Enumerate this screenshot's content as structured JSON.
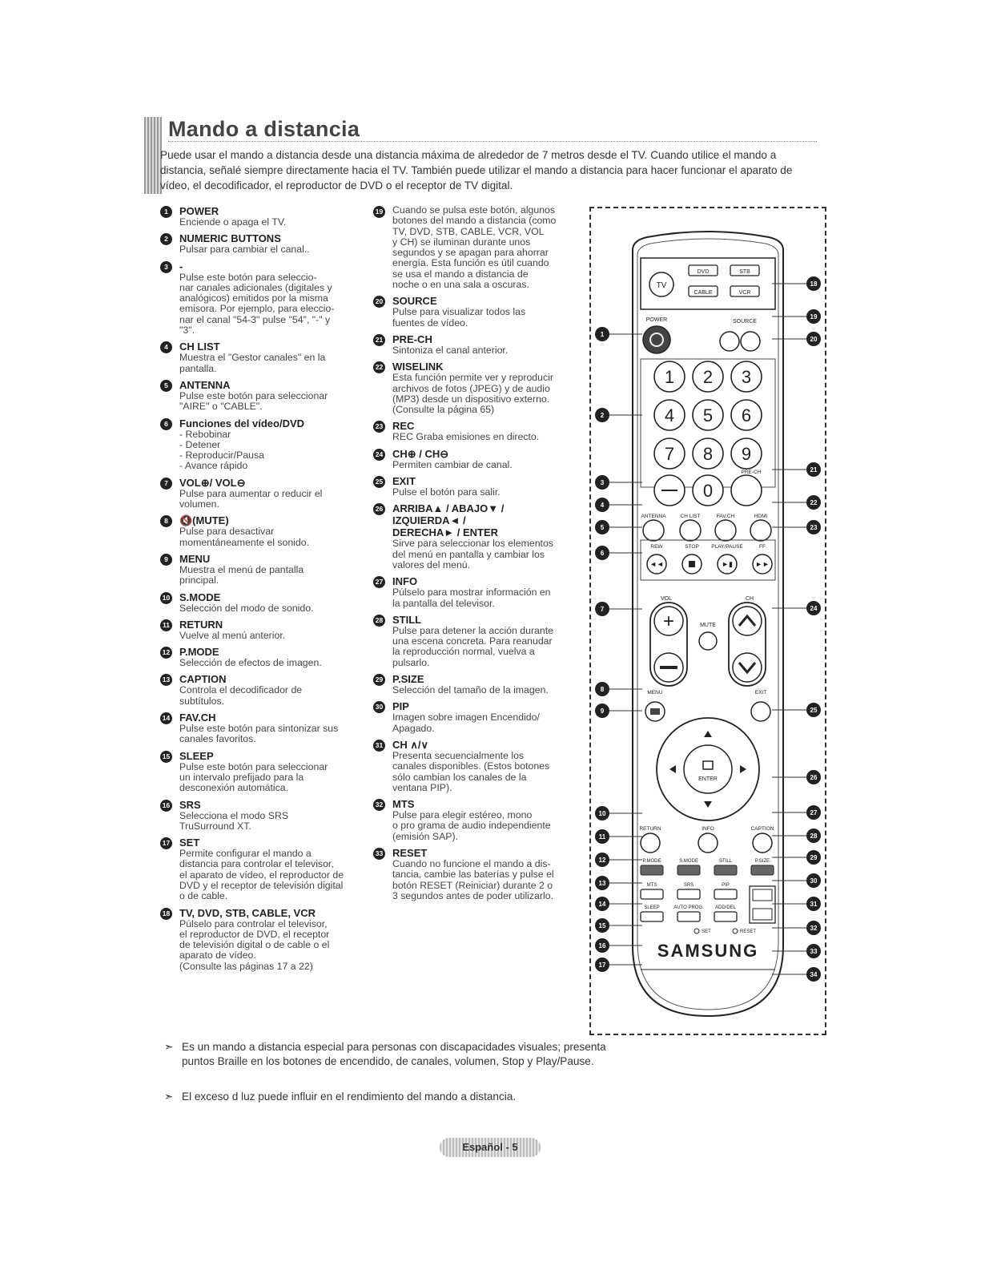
{
  "page": {
    "title": "Mando a distancia",
    "intro": "Puede usar el mando a distancia desde una distancia máxima de alrededor de 7 metros desde el TV. Cuando utilice el mando a distancia, señalé siempre directamente hacia el TV. También puede utilizar el mando a distancia para hacer funcionar el aparato de vídeo, el decodificador, el reproductor de DVD o el receptor de TV digital.",
    "footer": "Español - 5"
  },
  "column1": [
    {
      "num": "1",
      "label": "POWER",
      "desc": "Enciende o apaga el TV."
    },
    {
      "num": "2",
      "label": "NUMERIC BUTTONS",
      "desc": "Pulsar para cambiar el canal.."
    },
    {
      "num": "3",
      "label": "-",
      "desc": "Pulse este botón para seleccio-\nnar canales adicionales (digitales y\nanalógicos) emitidos por la misma\nemisora. Por ejemplo, para eleccio-\nnar el canal \"54-3\" pulse \"54\", \"-\" y\n\"3\"."
    },
    {
      "num": "4",
      "label": "CH LIST",
      "desc": "Muestra el \"Gestor canales\" en la\npantalla."
    },
    {
      "num": "5",
      "label": "ANTENNA",
      "desc": "Pulse este botón para seleccionar\n\"AIRE\" o \"CABLE\"."
    },
    {
      "num": "6",
      "label": "Funciones del vídeo/DVD",
      "desc": "- Rebobinar\n- Detener\n- Reproducir/Pausa\n- Avance rápido"
    },
    {
      "num": "7",
      "label": "VOL⊕/ VOL⊖",
      "desc": "Pulse para aumentar o reducir el\nvolumen."
    },
    {
      "num": "8",
      "label": "🔇(MUTE)",
      "desc": "Pulse para desactivar\nmomentáneamente el sonido."
    },
    {
      "num": "9",
      "label": "MENU",
      "desc": "Muestra el menú de pantalla\nprincipal."
    },
    {
      "num": "10",
      "label": "S.MODE",
      "desc": "Selección del modo de sonido."
    },
    {
      "num": "11",
      "label": "RETURN",
      "desc": "Vuelve al menú anterior."
    },
    {
      "num": "12",
      "label": "P.MODE",
      "desc": "Selección de efectos de imagen."
    },
    {
      "num": "13",
      "label": "CAPTION",
      "desc": "Controla el decodificador de\nsubtítulos."
    },
    {
      "num": "14",
      "label": "FAV.CH",
      "desc": "Pulse este botón para sintonizar sus\ncanales favoritos."
    },
    {
      "num": "15",
      "label": "SLEEP",
      "desc": "Pulse este botón para seleccionar\nun intervalo prefijado para la\ndesconexión automática."
    },
    {
      "num": "16",
      "label": "SRS",
      "desc": "Selecciona el modo SRS\nTruSurround XT."
    },
    {
      "num": "17",
      "label": "SET",
      "desc": "Permite configurar el mando a\ndistancia para controlar el televisor,\nel aparato de vídeo, el reproductor de\nDVD y el receptor de televisión digital\no de cable."
    },
    {
      "num": "18",
      "label": "TV, DVD, STB, CABLE, VCR",
      "desc": "Púlselo para controlar el televisor,\nel reproductor de DVD, el receptor\nde televisión digital o de cable o el\naparato de vídeo.\n(Consulte las páginas 17 a 22)"
    }
  ],
  "column2": [
    {
      "num": "19",
      "label": "",
      "desc": "Cuando se pulsa este botón, algunos\nbotones del mando a distancia (como\nTV, DVD, STB, CABLE, VCR, VOL\ny CH) se iluminan durante unos\nsegundos y se apagan para ahorrar\nenergía. Esta función es útil cuando\nse usa el mando a distancia de\nnoche o en una sala a oscuras."
    },
    {
      "num": "20",
      "label": "SOURCE",
      "desc": "Pulse para visualizar todos las\nfuentes de vídeo."
    },
    {
      "num": "21",
      "label": "PRE-CH",
      "desc": "Sintoniza el canal anterior."
    },
    {
      "num": "22",
      "label": "WISELINK",
      "desc": "Esta función permite ver y reproducir\narchivos de fotos (JPEG) y de audio\n(MP3) desde un dispositivo externo.\n(Consulte la página 65)"
    },
    {
      "num": "23",
      "label": "REC",
      "desc": "REC Graba emisiones en directo."
    },
    {
      "num": "24",
      "label": "CH⊕ / CH⊖",
      "desc": "Permiten cambiar de canal."
    },
    {
      "num": "25",
      "label": "EXIT",
      "desc": "Pulse el botón para salir."
    },
    {
      "num": "26",
      "label": "ARRIBA▲ / ABAJO▼ /\nIZQUIERDA◄ /\nDERECHA► / ENTER",
      "desc": "Sirve para seleccionar los elementos\ndel menú en pantalla y cambiar los\nvalores del menú."
    },
    {
      "num": "27",
      "label": "INFO",
      "desc": "Púlselo para mostrar información en\nla pantalla del televisor."
    },
    {
      "num": "28",
      "label": "STILL",
      "desc": "Pulse para detener la acción durante\nuna escena concreta. Para reanudar\nla reproducción normal, vuelva a\npulsarlo."
    },
    {
      "num": "29",
      "label": "P.SIZE",
      "desc": "Selección del tamaño de la imagen."
    },
    {
      "num": "30",
      "label": "PIP",
      "desc": "Imagen sobre imagen Encendido/\nApagado."
    },
    {
      "num": "31",
      "label": "CH ∧/∨",
      "desc": "Presenta secuencialmente los\ncanales disponibles. (Estos botones\nsólo cambian los canales de la\nventana PIP)."
    },
    {
      "num": "32",
      "label": "MTS",
      "desc": "Pulse para elegir estéreo, mono\no pro grama de audio independiente\n(emisión SAP)."
    },
    {
      "num": "33",
      "label": "RESET",
      "desc": "Cuando no funcione el mando a dis-\ntancia, cambie las baterías y pulse el\nbotón RESET (Reiniciar) durante 2 o\n3 segundos antes de poder utilizarlo."
    }
  ],
  "notes": [
    {
      "arrow": "➣",
      "text": "Es un mando a distancia especial para personas con discapacidades visuales; presenta puntos Braille en los botones de encendido, de canales, volumen, Stop y Play/Pause."
    },
    {
      "arrow": "➣",
      "text": "El exceso d luz puede influir en el rendimiento del mando a distancia."
    }
  ],
  "remote": {
    "brand": "SAMSUNG",
    "btn_tv": "TV",
    "btn_dvd": "DVD",
    "btn_stb": "STB",
    "btn_cable": "CABLE",
    "btn_vcr": "VCR",
    "lbl_power": "POWER",
    "lbl_source": "SOURCE",
    "digits": [
      "1",
      "2",
      "3",
      "4",
      "5",
      "6",
      "7",
      "8",
      "9",
      "0"
    ],
    "lbl_prech": "PRE-CH",
    "lbl_antenna": "ANTENNA",
    "lbl_chlist": "CH LIST",
    "lbl_favch": "FAV.CH",
    "lbl_hdmi": "HDMI",
    "lbl_rew": "REW",
    "lbl_stop": "STOP",
    "lbl_playpause": "PLAY/PAUSE",
    "lbl_ff": "FF",
    "lbl_vol": "VOL",
    "lbl_ch": "CH",
    "lbl_mute": "MUTE",
    "lbl_menu": "MENU",
    "lbl_exit": "EXIT",
    "lbl_enter": "ENTER",
    "lbl_return": "RETURN",
    "lbl_info": "INFO",
    "lbl_caption": "CAPTION",
    "lbl_pmode": "P.MODE",
    "lbl_smode": "S.MODE",
    "lbl_still": "STILL",
    "lbl_psize": "P.SIZE",
    "lbl_mts": "MTS",
    "lbl_srs": "SRS",
    "lbl_pip": "PIP",
    "lbl_sleep": "SLEEP",
    "lbl_autoprog": "AUTO PROG.",
    "lbl_adddel": "ADD/DEL",
    "lbl_set": "SET",
    "lbl_reset": "RESET",
    "callouts_left": [
      "1",
      "2",
      "3",
      "4",
      "5",
      "6",
      "7",
      "8",
      "9",
      "10",
      "11",
      "12",
      "13",
      "14",
      "15",
      "16",
      "17"
    ],
    "callouts_right": [
      "18",
      "19",
      "20",
      "21",
      "22",
      "23",
      "24",
      "25",
      "26",
      "27",
      "28",
      "29",
      "30",
      "31",
      "32",
      "33",
      "34"
    ]
  }
}
